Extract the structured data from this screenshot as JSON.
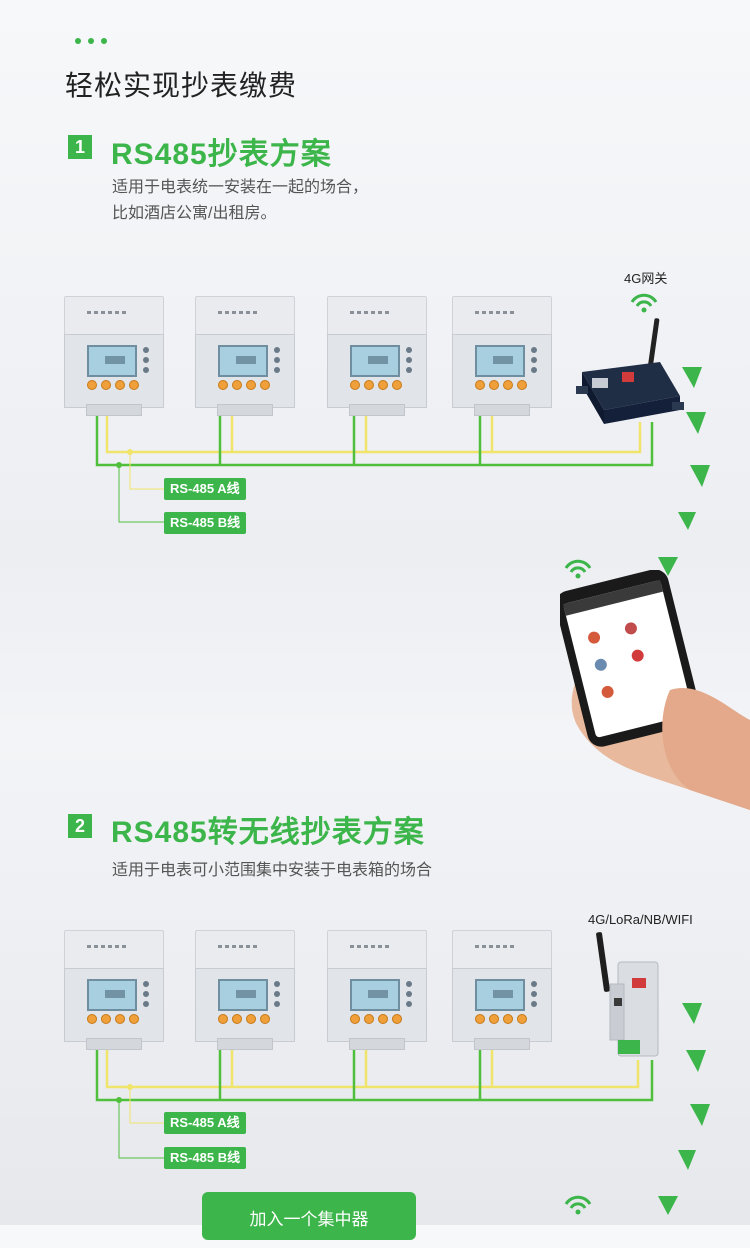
{
  "page": {
    "title": "轻松实现抄表缴费",
    "accent": "#3cb54a"
  },
  "section1": {
    "number": "1",
    "title": "RS485抄表方案",
    "desc_line1": "适用于电表统一安装在一起的场合，",
    "desc_line2": "比如酒店公寓/出租房。",
    "gateway_label": "4G网关",
    "wire_a": "RS-485 A线",
    "wire_b": "RS-485 B线"
  },
  "section2": {
    "number": "2",
    "title": "RS485转无线抄表方案",
    "desc": "适用于电表可小范围集中安装于电表箱的场合",
    "module_label": "4G/LoRa/NB/WIFI",
    "wire_a": "RS-485 A线",
    "wire_b": "RS-485 B线",
    "button": "加入一个集中器"
  },
  "icons": [
    "wifi-icon",
    "arrow-down-icon",
    "meter-image",
    "gateway-image",
    "phone-image",
    "wireless-module-image"
  ]
}
